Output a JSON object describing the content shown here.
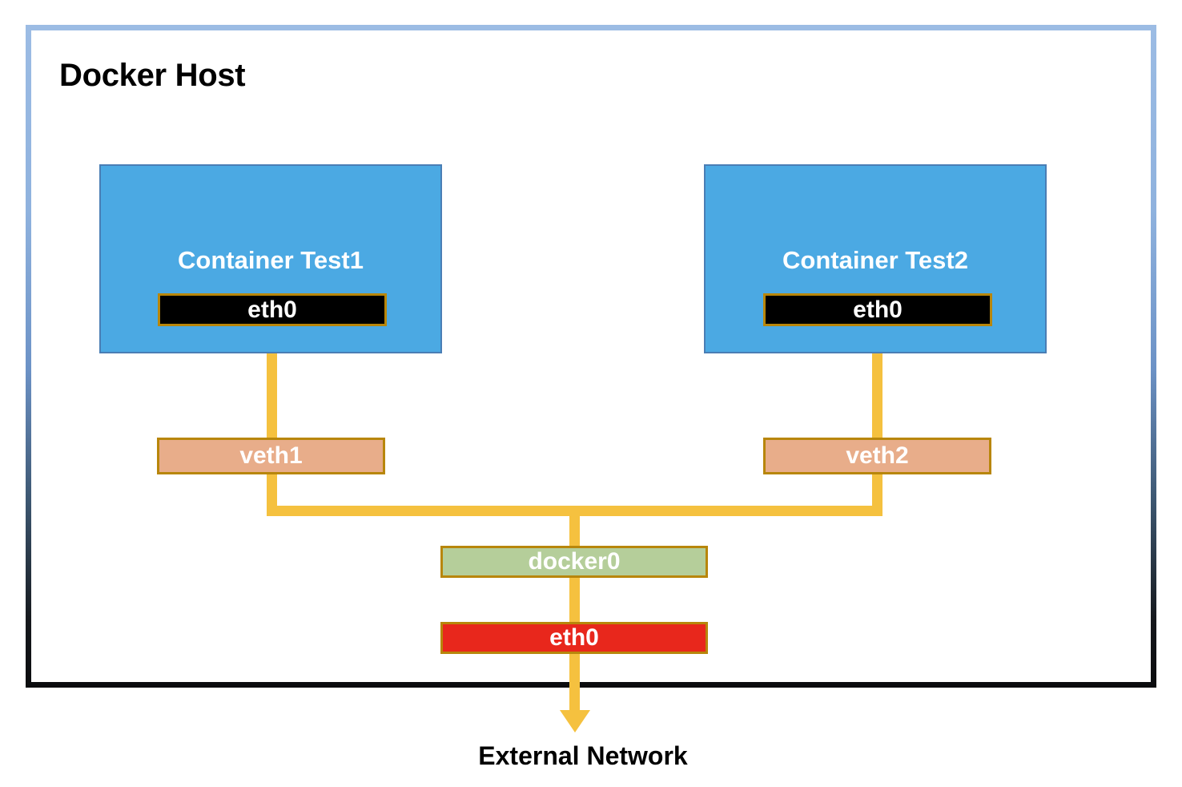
{
  "diagram": {
    "title": "Docker Host",
    "external_network_label": "External Network",
    "containers": [
      {
        "name": "Container Test1",
        "interface": "eth0",
        "veth": "veth1"
      },
      {
        "name": "Container Test2",
        "interface": "eth0",
        "veth": "veth2"
      }
    ],
    "bridge": {
      "label": "docker0"
    },
    "host_interface": {
      "label": "eth0"
    },
    "colors": {
      "container_fill": "#4BA9E3",
      "container_border": "#4A7EB5",
      "eth0_container_fill": "#000000",
      "veth_fill": "#E8AD8A",
      "docker0_fill": "#B5CE9A",
      "host_eth0_fill": "#E8271C",
      "node_border": "#B8860B",
      "wire": "#F5C13F",
      "frame_top": "#9CBCE4",
      "frame_bottom": "#0B0C0E"
    }
  }
}
